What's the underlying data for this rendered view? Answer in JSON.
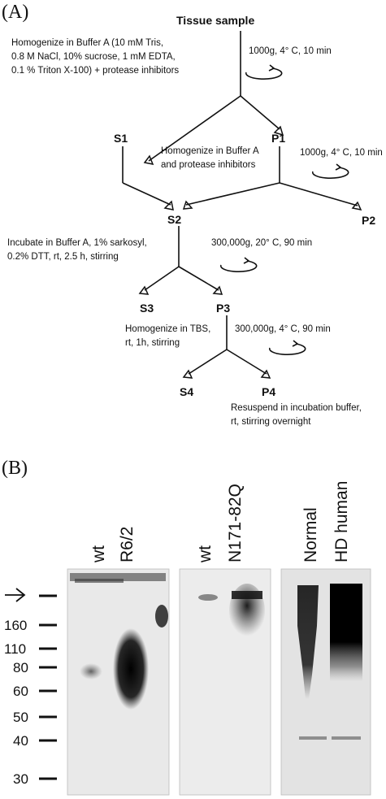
{
  "panel_a": {
    "label": "(A)",
    "nodes": {
      "tissue": "Tissue sample",
      "s1": "S1",
      "p1": "P1",
      "s2": "S2",
      "p2": "P2",
      "s3": "S3",
      "p3": "P3",
      "s4": "S4",
      "p4": "P4"
    },
    "steps": {
      "step1": [
        "Homogenize in Buffer A (10 mM Tris,",
        "0.8 M NaCl, 10% sucrose, 1 mM EDTA,",
        "0.1 % Triton X-100) + protease inhibitors"
      ],
      "step2": [
        "Homogenize in Buffer A",
        "and protease inhibitors"
      ],
      "step3": [
        "Incubate in Buffer A, 1% sarkosyl,",
        "0.2% DTT, rt, 2.5 h, stirring"
      ],
      "step4": [
        "Homogenize in TBS,",
        "rt, 1h, stirring"
      ],
      "step5": [
        "Resuspend in incubation buffer,",
        "rt, stirring overnight"
      ]
    },
    "spins": {
      "spin1": "1000g, 4° C, 10 min",
      "spin2": "1000g, 4° C, 10 min",
      "spin3": "300,000g, 20° C, 90 min",
      "spin4": "300,000g, 4° C, 90 min"
    }
  },
  "panel_b": {
    "label": "(B)",
    "lanes": {
      "blot1": [
        "wt",
        "R6/2"
      ],
      "blot2": [
        "wt",
        "N171-82Q"
      ],
      "blot3": [
        "Normal",
        "HD human"
      ]
    },
    "markers": [
      "160",
      "110",
      "80",
      "60",
      "50",
      "40",
      "30"
    ]
  }
}
